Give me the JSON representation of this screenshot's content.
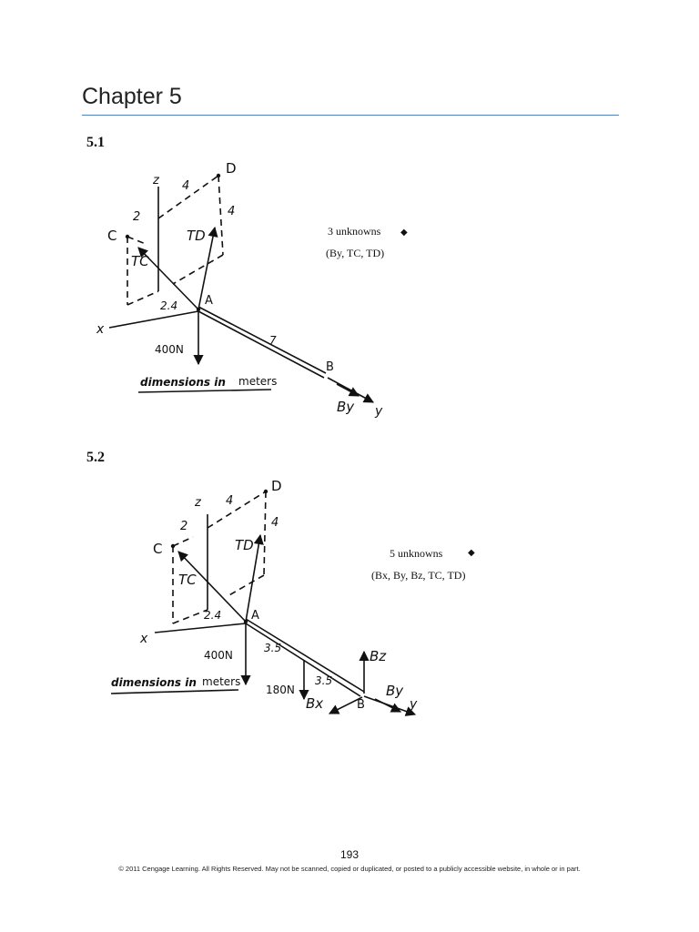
{
  "header": {
    "chapter_title": "Chapter 5"
  },
  "problems": [
    {
      "number": "5.1",
      "unknowns_line1": "3 unknowns",
      "unknowns_line2": "(By, TC, TD)",
      "labels": {
        "D": "D",
        "C": "C",
        "A": "A",
        "B": "B",
        "z": "z",
        "x": "x",
        "y": "y",
        "TD": "TD",
        "TC": "TC",
        "By": "By",
        "dim_4_top": "4",
        "dim_4_side": "4",
        "dim_2": "2",
        "dim_2_4": "2.4",
        "dim_7": "7",
        "load_400": "400N",
        "dimensions_hw": "dimensions in",
        "dimensions_unit": "meters"
      }
    },
    {
      "number": "5.2",
      "unknowns_line1": "5 unknowns",
      "unknowns_line2": "(Bx, By, Bz, TC, TD)",
      "labels": {
        "D": "D",
        "C": "C",
        "A": "A",
        "B": "B",
        "z": "z",
        "x": "x",
        "y": "y",
        "TD": "TD",
        "TC": "TC",
        "Bx": "Bx",
        "By": "By",
        "Bz": "Bz",
        "dim_4_top": "4",
        "dim_4_side": "4",
        "dim_2": "2",
        "dim_2_4": "2.4",
        "dim_3_5_a": "3.5",
        "dim_3_5_b": "3.5",
        "load_400": "400N",
        "load_180": "180N",
        "dimensions_hw": "dimensions in",
        "dimensions_unit": "meters"
      }
    }
  ],
  "footer": {
    "page_number": "193",
    "copyright": "© 2011 Cengage Learning. All Rights Reserved. May not be scanned, copied or duplicated, or posted to a publicly accessible website, in whole or in part."
  }
}
